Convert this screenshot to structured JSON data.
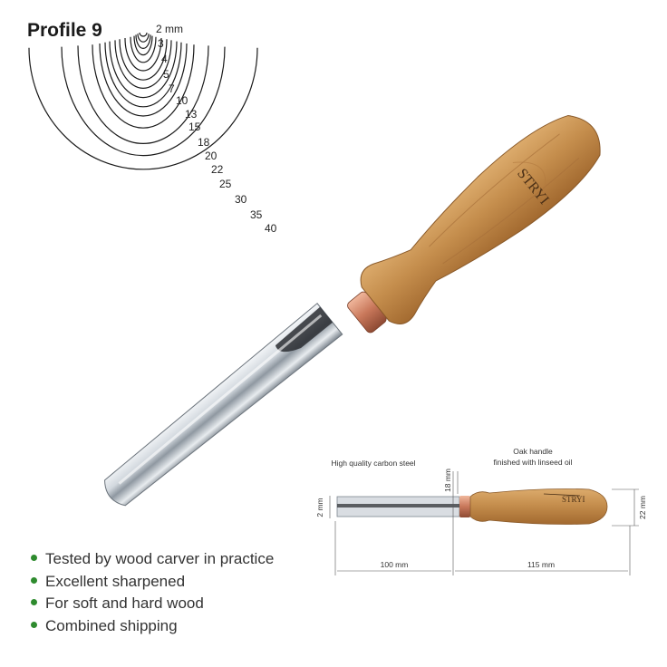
{
  "profile": {
    "title": "Profile 9",
    "sizes": [
      "2 mm",
      "3",
      "4",
      "5",
      "7",
      "10",
      "13",
      "15",
      "18",
      "20",
      "22",
      "25",
      "30",
      "35",
      "40"
    ]
  },
  "features": [
    "Tested by wood carver in practice",
    "Excellent sharpened",
    "For soft and hard wood",
    "Combined shipping"
  ],
  "diagram": {
    "steel_label": "High quality carbon steel",
    "handle_label_1": "Oak handle",
    "handle_label_2": "finished with linseed oil",
    "blade_width": "2 mm",
    "ferrule_height": "18 mm",
    "handle_height": "22 mm",
    "blade_length": "100 mm",
    "handle_length": "115 mm"
  },
  "brand": "STRYI",
  "colors": {
    "bullet": "#2e8b2e",
    "wood": "#c7904e",
    "copper": "#c8775a",
    "steel": "#d9dde2"
  }
}
